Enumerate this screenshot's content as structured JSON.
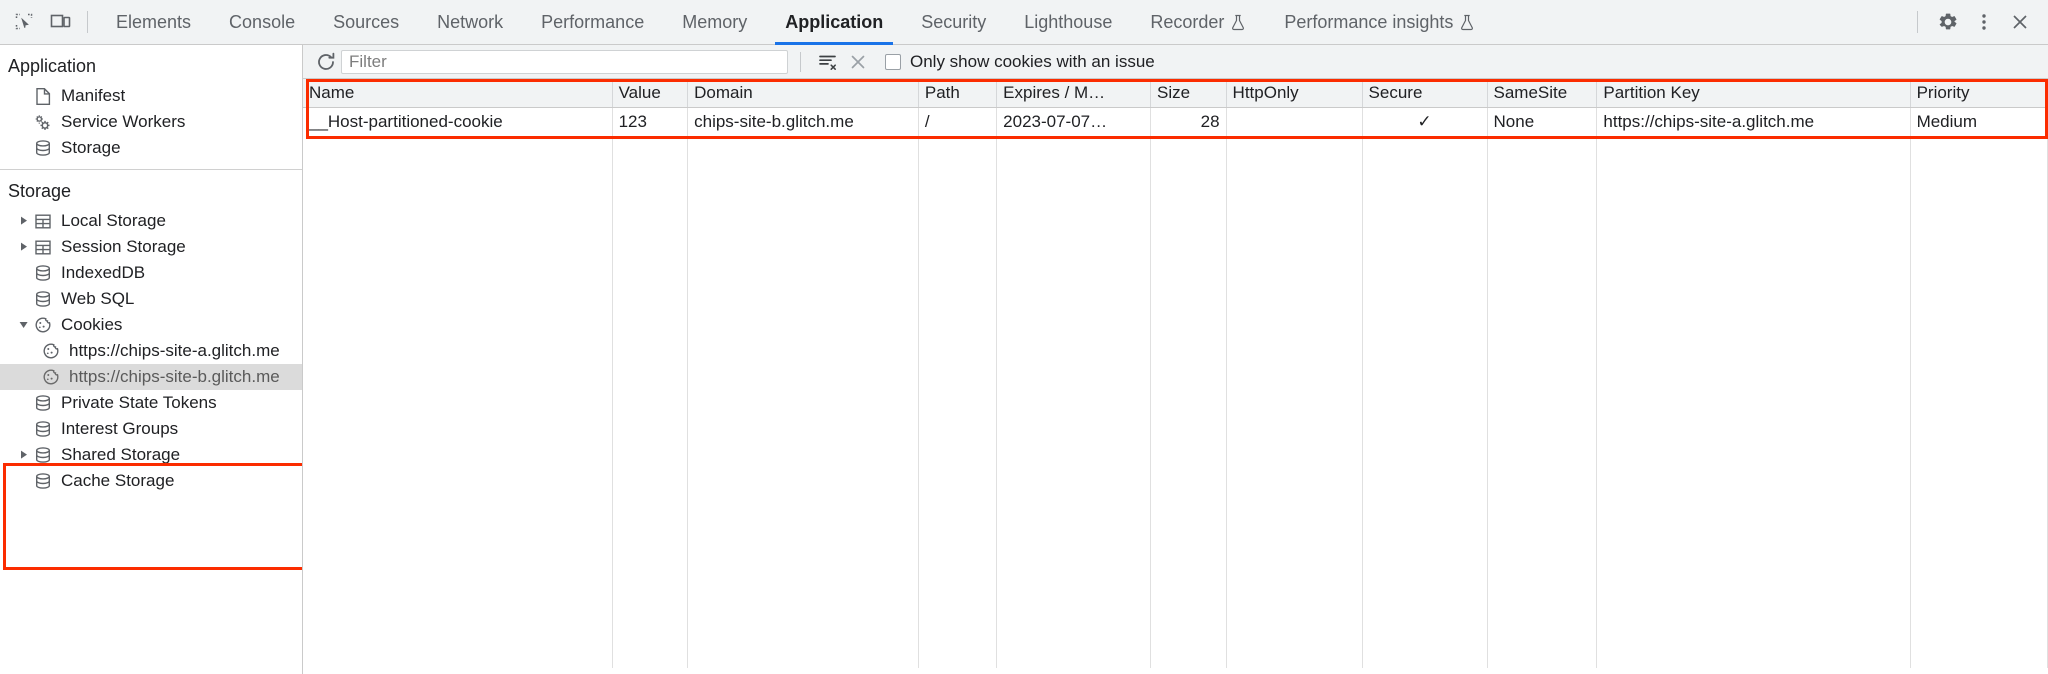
{
  "toolbar": {
    "inspect_icon": "inspect-element-icon",
    "device_icon": "device-toolbar-icon",
    "tabs": [
      {
        "label": "Elements",
        "active": false,
        "experimental": false
      },
      {
        "label": "Console",
        "active": false,
        "experimental": false
      },
      {
        "label": "Sources",
        "active": false,
        "experimental": false
      },
      {
        "label": "Network",
        "active": false,
        "experimental": false
      },
      {
        "label": "Performance",
        "active": false,
        "experimental": false
      },
      {
        "label": "Memory",
        "active": false,
        "experimental": false
      },
      {
        "label": "Application",
        "active": true,
        "experimental": false
      },
      {
        "label": "Security",
        "active": false,
        "experimental": false
      },
      {
        "label": "Lighthouse",
        "active": false,
        "experimental": false
      },
      {
        "label": "Recorder",
        "active": false,
        "experimental": true
      },
      {
        "label": "Performance insights",
        "active": false,
        "experimental": true
      }
    ],
    "settings_icon": "gear-icon",
    "more_icon": "kebab-menu-icon",
    "close_icon": "close-icon"
  },
  "sidebar": {
    "application": {
      "title": "Application",
      "items": [
        {
          "label": "Manifest",
          "icon": "document-icon",
          "twisty": "none",
          "selected": false
        },
        {
          "label": "Service Workers",
          "icon": "gears-icon",
          "twisty": "none",
          "selected": false
        },
        {
          "label": "Storage",
          "icon": "database-icon",
          "twisty": "none",
          "selected": false
        }
      ]
    },
    "storage": {
      "title": "Storage",
      "items": [
        {
          "label": "Local Storage",
          "icon": "table-icon",
          "twisty": "collapsed",
          "selected": false
        },
        {
          "label": "Session Storage",
          "icon": "table-icon",
          "twisty": "collapsed",
          "selected": false
        },
        {
          "label": "IndexedDB",
          "icon": "database-icon",
          "twisty": "none",
          "selected": false
        },
        {
          "label": "Web SQL",
          "icon": "database-icon",
          "twisty": "none",
          "selected": false
        },
        {
          "label": "Cookies",
          "icon": "cookie-icon",
          "twisty": "expanded",
          "selected": false
        },
        {
          "label": "https://chips-site-a.glitch.me",
          "icon": "cookie-icon",
          "twisty": "none",
          "selected": false,
          "child": true
        },
        {
          "label": "https://chips-site-b.glitch.me",
          "icon": "cookie-icon",
          "twisty": "none",
          "selected": true,
          "child": true
        },
        {
          "label": "Private State Tokens",
          "icon": "database-icon",
          "twisty": "none",
          "selected": false
        },
        {
          "label": "Interest Groups",
          "icon": "database-icon",
          "twisty": "none",
          "selected": false
        },
        {
          "label": "Shared Storage",
          "icon": "database-icon",
          "twisty": "collapsed",
          "selected": false
        },
        {
          "label": "Cache Storage",
          "icon": "database-icon",
          "twisty": "none",
          "selected": false
        }
      ]
    }
  },
  "filterbar": {
    "refresh_icon": "refresh-icon",
    "filter_placeholder": "Filter",
    "filter_value": "",
    "clear_filter_icon": "clear-filter-icon",
    "clear_icon": "clear-all-icon",
    "issue_checkbox_label": "Only show cookies with an issue",
    "issue_checkbox_checked": false
  },
  "cookie_table": {
    "columns": [
      "Name",
      "Value",
      "Domain",
      "Path",
      "Expires / M…",
      "Size",
      "HttpOnly",
      "Secure",
      "SameSite",
      "Partition Key",
      "Priority"
    ],
    "rows": [
      {
        "Name": "__Host-partitioned-cookie",
        "Value": "123",
        "Domain": "chips-site-b.glitch.me",
        "Path": "/",
        "Expires / M…": "2023-07-07…",
        "Size": "28",
        "HttpOnly": "",
        "Secure": "✓",
        "SameSite": "None",
        "Partition Key": "https://chips-site-a.glitch.me",
        "Priority": "Medium"
      }
    ]
  },
  "highlights": {
    "accent_color": "#fb2c00",
    "cookies_group": "red-highlight-cookies-tree",
    "table_group": "red-highlight-cookie-table"
  }
}
